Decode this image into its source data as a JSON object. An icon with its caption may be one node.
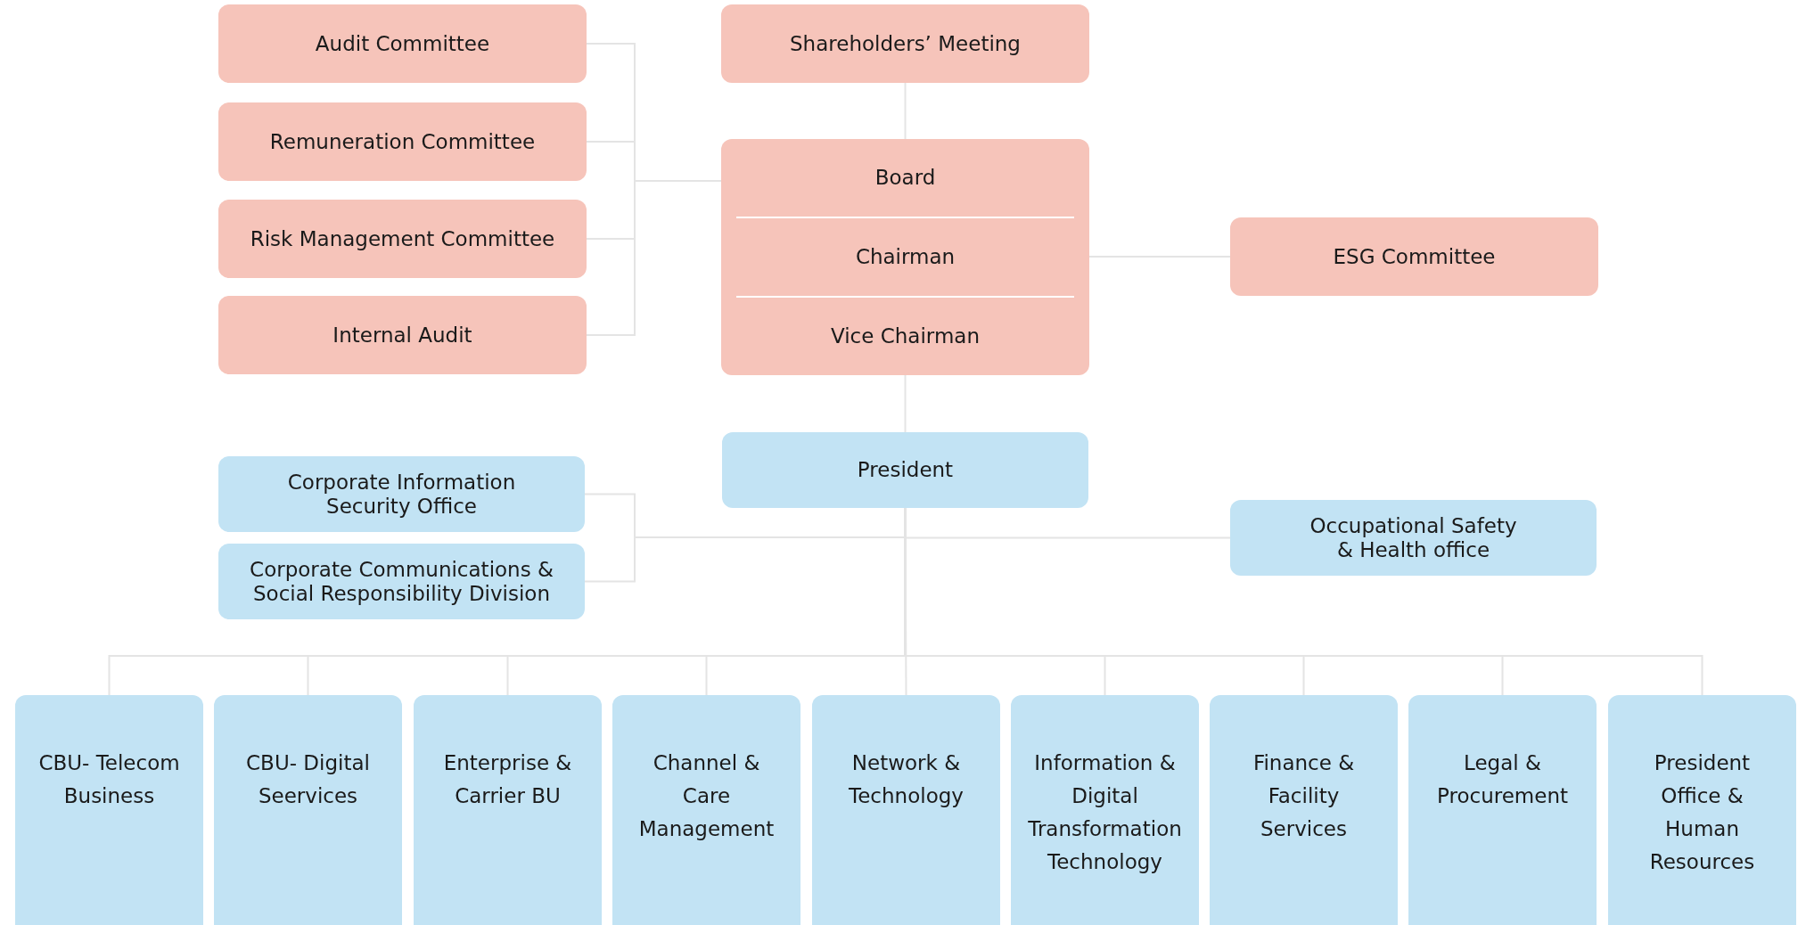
{
  "diagram": {
    "nodes": [
      {
        "text": [
          "Audit Committee"
        ]
      },
      {
        "text": [
          "Shareholders’ Meeting"
        ]
      },
      {
        "text": [
          "Remuneration Committee"
        ]
      },
      {
        "text": [
          "Board",
          "Chairman",
          "Vice Chairman"
        ]
      },
      {
        "text": [
          "Risk Management Committee"
        ]
      },
      {
        "text": [
          "ESG Committee"
        ]
      },
      {
        "text": [
          "Internal Audit"
        ]
      },
      {
        "text": [
          "President"
        ]
      },
      {
        "text": [
          "Corporate Information Security Office"
        ]
      },
      {
        "text": [
          "Corporate Communications & Social Responsibility Division"
        ]
      },
      {
        "text": [
          "Occupational Safety & Health office"
        ]
      },
      {
        "text": [
          "CBU- Telecom Business"
        ]
      },
      {
        "text": [
          "CBU- Digital Seervices"
        ]
      },
      {
        "text": [
          "Enterprise & Carrier BU"
        ]
      },
      {
        "text": [
          "Channel & Care Management"
        ]
      },
      {
        "text": [
          "Network & Technology"
        ]
      },
      {
        "text": [
          "Information & Digital Transformation Technology"
        ]
      },
      {
        "text": [
          "Finance & Facility Services"
        ]
      },
      {
        "text": [
          "Legal & Procurement"
        ]
      },
      {
        "text": [
          "President Office & Human Resources"
        ]
      }
    ],
    "edges": [
      {
        "from": 0,
        "to": 3,
        "arrow": "none"
      },
      {
        "from": 2,
        "to": 3,
        "arrow": "none"
      },
      {
        "from": 4,
        "to": 3,
        "arrow": "none"
      },
      {
        "from": 6,
        "to": 3,
        "arrow": "none"
      },
      {
        "from": 1,
        "to": 3,
        "arrow": "none"
      },
      {
        "from": 3,
        "to": 5,
        "arrow": "none"
      },
      {
        "from": 3,
        "to": 7,
        "arrow": "none"
      },
      {
        "from": 7,
        "to": 8,
        "arrow": "none"
      },
      {
        "from": 7,
        "to": 9,
        "arrow": "none"
      },
      {
        "from": 7,
        "to": 10,
        "arrow": "none"
      },
      {
        "from": 7,
        "to": 11,
        "arrow": "none"
      },
      {
        "from": 7,
        "to": 12,
        "arrow": "none"
      },
      {
        "from": 7,
        "to": 13,
        "arrow": "none"
      },
      {
        "from": 7,
        "to": 14,
        "arrow": "none"
      },
      {
        "from": 7,
        "to": 15,
        "arrow": "none"
      },
      {
        "from": 7,
        "to": 16,
        "arrow": "none"
      },
      {
        "from": 7,
        "to": 17,
        "arrow": "none"
      },
      {
        "from": 7,
        "to": 18,
        "arrow": "none"
      },
      {
        "from": 7,
        "to": 19,
        "arrow": "none"
      }
    ]
  }
}
